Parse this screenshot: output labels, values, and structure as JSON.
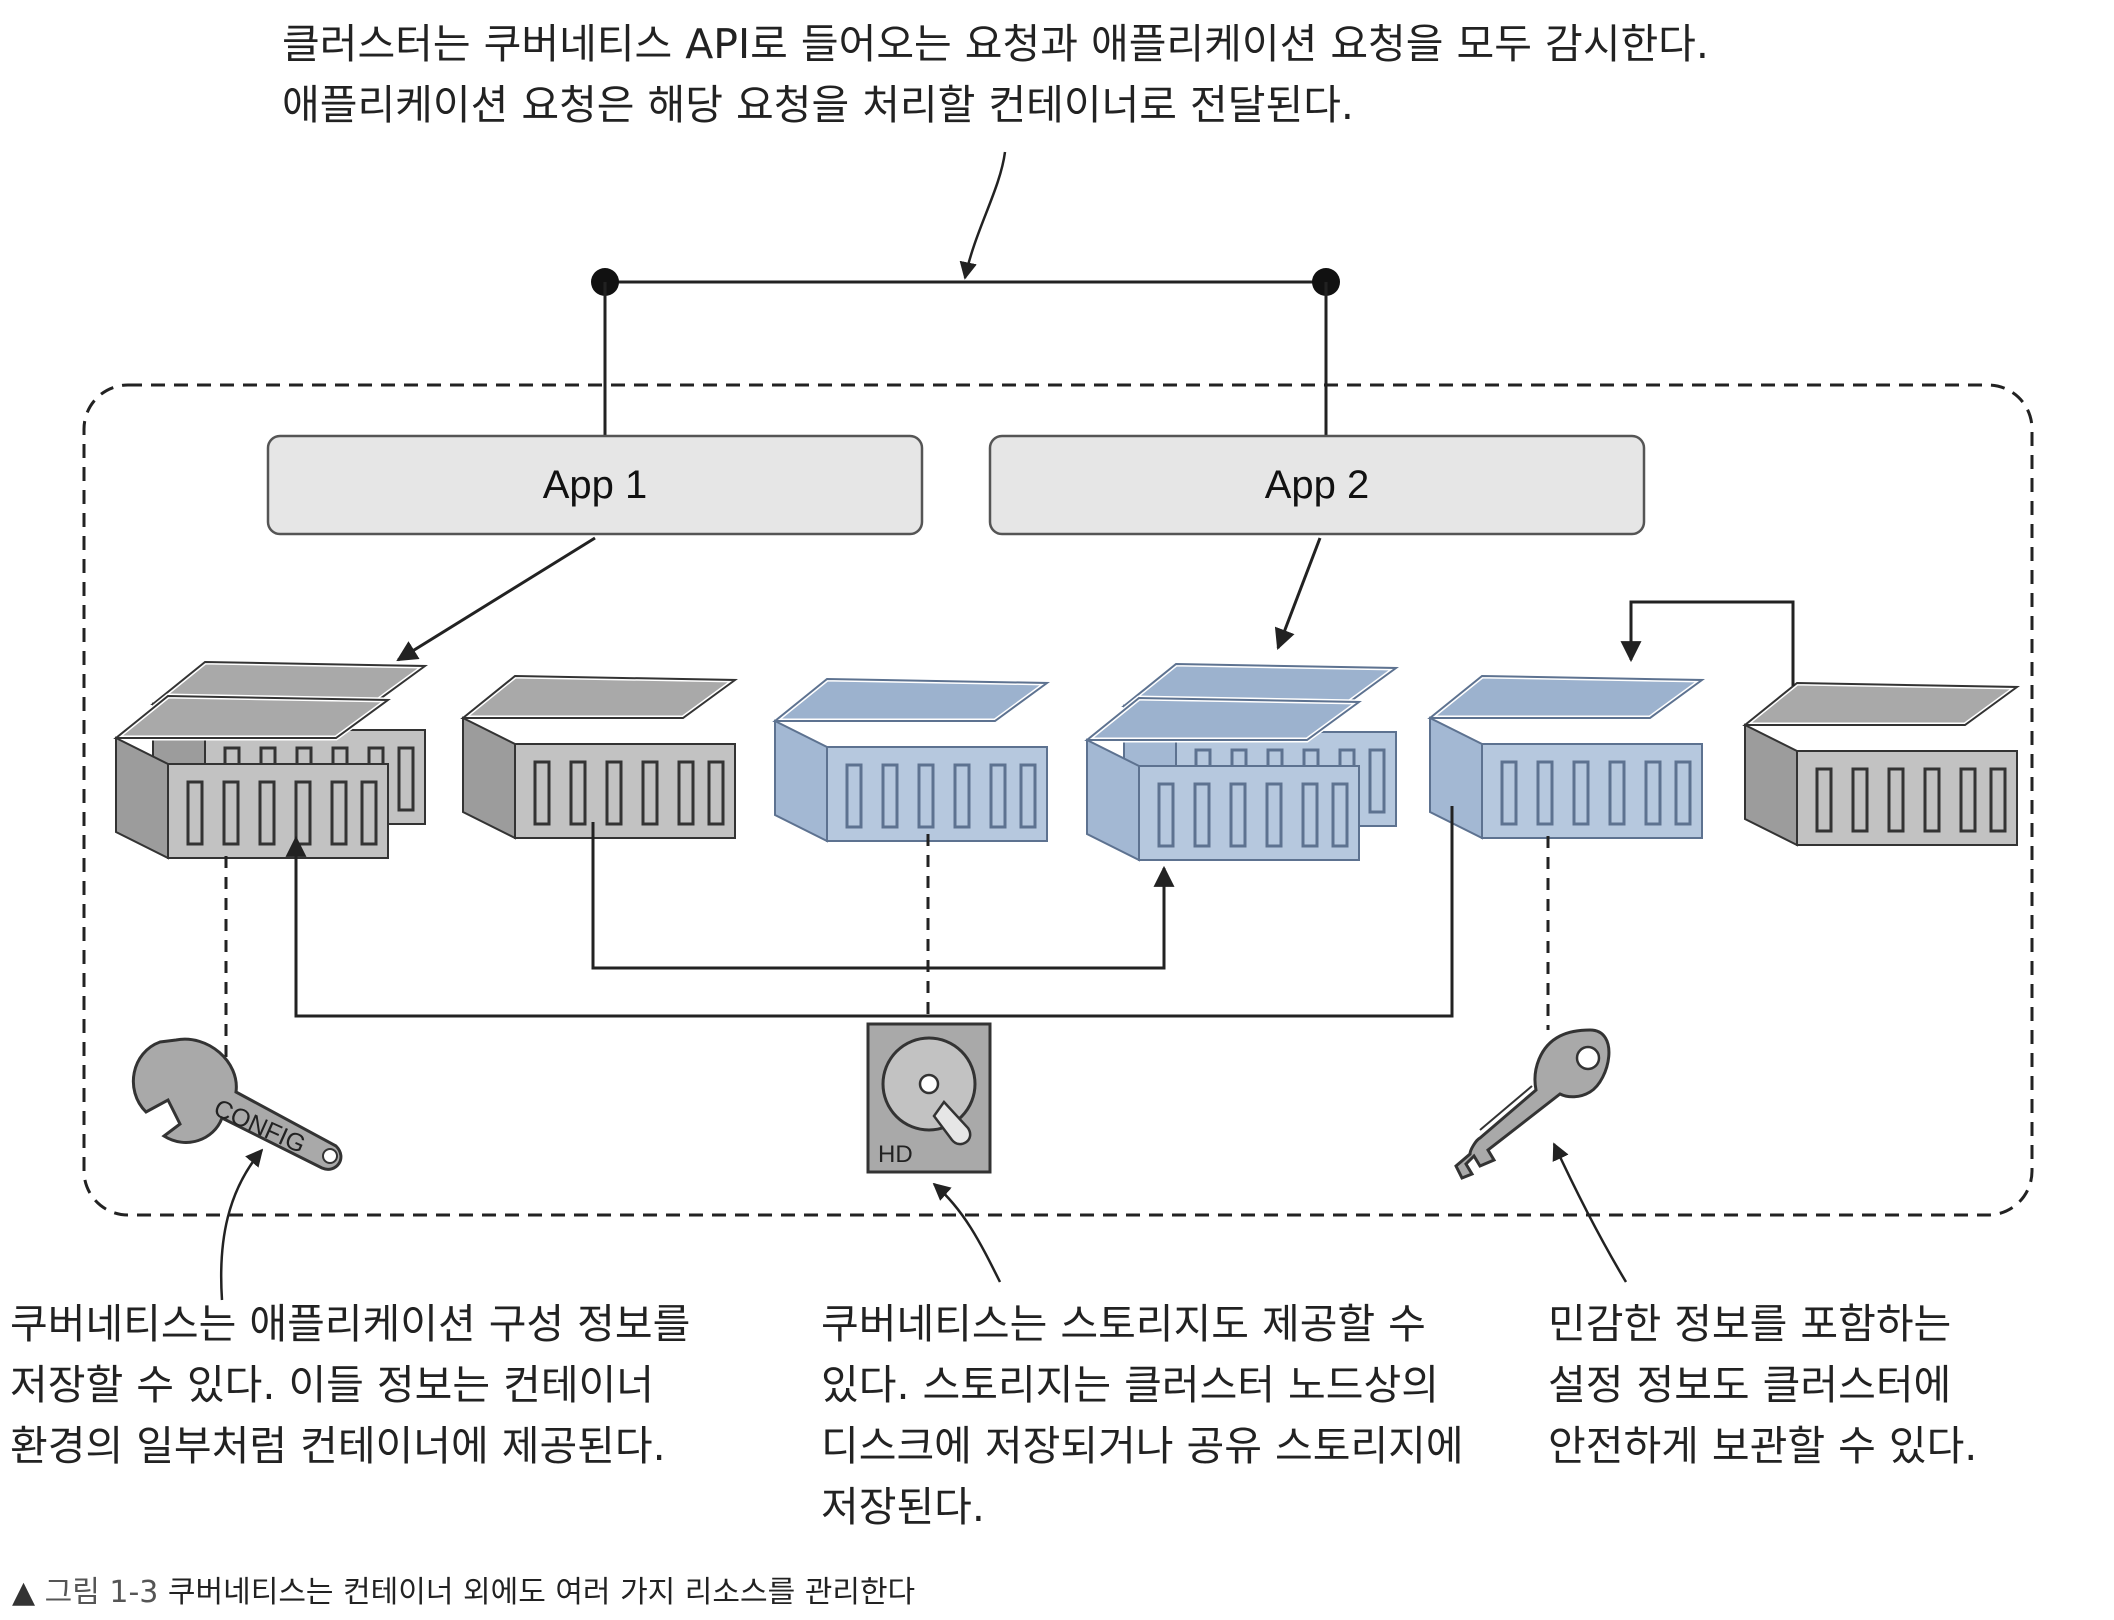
{
  "top_caption": {
    "line1": "클러스터는 쿠버네티스 API로 들어오는 요청과 애플리케이션 요청을 모두 감시한다.",
    "line2": "애플리케이션 요청은 해당 요청을 처리할 컨테이너로 전달된다."
  },
  "apps": [
    {
      "label": "App 1"
    },
    {
      "label": "App 2"
    }
  ],
  "resources": {
    "config": {
      "label": "CONFIG",
      "icon": "wrench-icon"
    },
    "storage": {
      "label": "HD",
      "icon": "hard-disk-icon"
    },
    "secret": {
      "icon": "key-icon"
    }
  },
  "captions": {
    "config": {
      "line1": "쿠버네티스는 애플리케이션 구성 정보를",
      "line2": "저장할 수 있다. 이들 정보는 컨테이너",
      "line3": "환경의 일부처럼 컨테이너에 제공된다."
    },
    "storage": {
      "line1": "쿠버네티스는 스토리지도 제공할 수",
      "line2": "있다. 스토리지는 클러스터 노드상의",
      "line3": "디스크에 저장되거나 공유 스토리지에",
      "line4": "저장된다."
    },
    "secret": {
      "line1": "민감한 정보를 포함하는",
      "line2": "설정 정보도 클러스터에",
      "line3": "안전하게 보관할 수 있다."
    }
  },
  "figure_caption": {
    "marker": "▲",
    "number": "그림 1-3",
    "text": "쿠버네티스는 컨테이너 외에도 여러 가지 리소스를 관리한다"
  },
  "colors": {
    "gray_top": "#a9a9a9",
    "gray_front": "#c2c2c2",
    "gray_side": "#9c9c9c",
    "blue_top": "#9cb2ce",
    "blue_front": "#b6c8de",
    "blue_side": "#a3b8d3",
    "app_box": "#e6e6e6",
    "stroke": "#333333"
  }
}
